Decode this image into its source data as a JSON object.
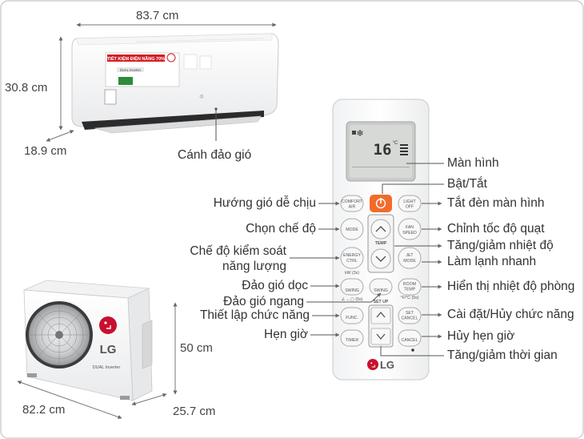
{
  "dimensions": {
    "indoor_width": "83.7 cm",
    "indoor_height": "30.8 cm",
    "indoor_depth": "18.9 cm",
    "outdoor_height": "50 cm",
    "outdoor_width": "82.2 cm",
    "outdoor_depth": "25.7 cm"
  },
  "indoor_labels": {
    "louver": "Cánh đảo gió",
    "energy_label_banner": "TIẾT KIỆM ĐIỆN NĂNG 70%",
    "dual_inverter_badge": "DUAL Inverter"
  },
  "outdoor_labels": {
    "brand": "LG",
    "model_text": "DUAL Inverter"
  },
  "remote": {
    "display_value": "16",
    "display_unit": "°C",
    "brand": "LG",
    "buttons": {
      "comfort_air": [
        "COMFORT",
        "AIR"
      ],
      "light_off": [
        "LIGHT",
        "OFF"
      ],
      "mode": [
        "MODE"
      ],
      "fan_speed": [
        "FAN",
        "SPEED"
      ],
      "temp": "TEMP",
      "energy_ctrl": [
        "ENERGY",
        "CTRL"
      ],
      "energy_sub": "kW (3s)",
      "jet_mode": [
        "JET",
        "MODE"
      ],
      "swing_left": [
        "SWING"
      ],
      "swing_right": [
        "SWING"
      ],
      "room_temp": [
        "ROOM",
        "TEMP"
      ],
      "room_temp_sub": "°F/°C (5s)",
      "set_up": "SET UP",
      "swing_sub": "∠ ←▢ (5s)",
      "func": [
        "FUNC."
      ],
      "set_cancel": [
        "SET",
        "CANCEL"
      ],
      "timer": [
        "TIMER"
      ],
      "cancel": [
        "CANCEL"
      ]
    }
  },
  "callouts": {
    "display": "Màn hình",
    "power": "Bật/Tắt",
    "light_off": "Tắt đèn màn hình",
    "comfort_air": "Hướng gió dễ chịu",
    "mode": "Chọn chế độ",
    "fan_speed": "Chỉnh tốc độ quạt",
    "temp": "Tăng/giảm nhiệt độ",
    "energy_ctrl": "Chế độ kiểm soát\nnăng lượng",
    "jet_mode": "Làm lạnh nhanh",
    "vertical_swing": "Đảo gió dọc",
    "room_temp": "Hiển thị nhiệt độ phòng",
    "horizontal_swing": "Đảo gió ngang",
    "func": "Thiết lập chức năng",
    "set_cancel": "Cài đặt/Hủy chức năng",
    "timer": "Hẹn giờ",
    "cancel_timer": "Hủy hẹn giờ",
    "time_adjust": "Tăng/giảm thời gian"
  },
  "colors": {
    "power_button": "#f26b2a",
    "lg_red": "#c8102e",
    "line": "#555555"
  }
}
